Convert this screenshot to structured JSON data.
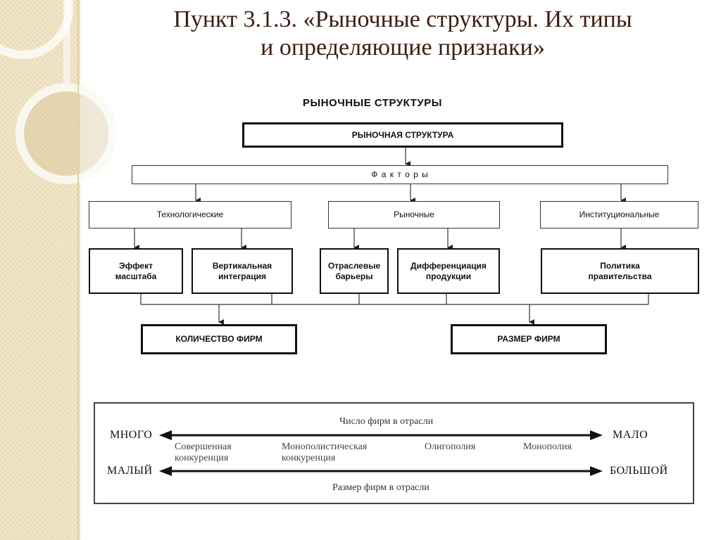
{
  "slide": {
    "title_line1": "Пункт 3.1.3. «Рыночные структуры. Их типы",
    "title_line2": "и определяющие признаки»"
  },
  "diagram": {
    "heading": "РЫНОЧНЫЕ  СТРУКТУРЫ",
    "root": "РЫНОЧНАЯ СТРУКТУРА",
    "factors": "Ф а к т о р ы",
    "groups": [
      "Технологические",
      "Рыночные",
      "Институциональные"
    ],
    "items": [
      {
        "line1": "Эффект",
        "line2": "масштаба"
      },
      {
        "line1": "Вертикальная",
        "line2": "интеграция"
      },
      {
        "line1": "Отраслевые",
        "line2": "барьеры"
      },
      {
        "line1": "Дифференциация",
        "line2": "продукции"
      },
      {
        "line1": "Политика",
        "line2": "правительства"
      }
    ],
    "results": [
      "КОЛИЧЕСТВО ФИРМ",
      "РАЗМЕР ФИРМ"
    ]
  },
  "scale": {
    "top_caption": "Число фирм в отрасли",
    "bottom_caption": "Размер фирм в отрасли",
    "left_top": "МНОГО",
    "right_top": "МАЛО",
    "left_bottom": "МАЛЫЙ",
    "right_bottom": "БОЛЬШОЙ",
    "types": [
      {
        "line1": "Совершенная",
        "line2": "конкуренция"
      },
      {
        "line1": "Монополистическая",
        "line2": "конкуренция"
      },
      {
        "line1": "Олигополия",
        "line2": ""
      },
      {
        "line1": "Монополия",
        "line2": ""
      }
    ]
  }
}
